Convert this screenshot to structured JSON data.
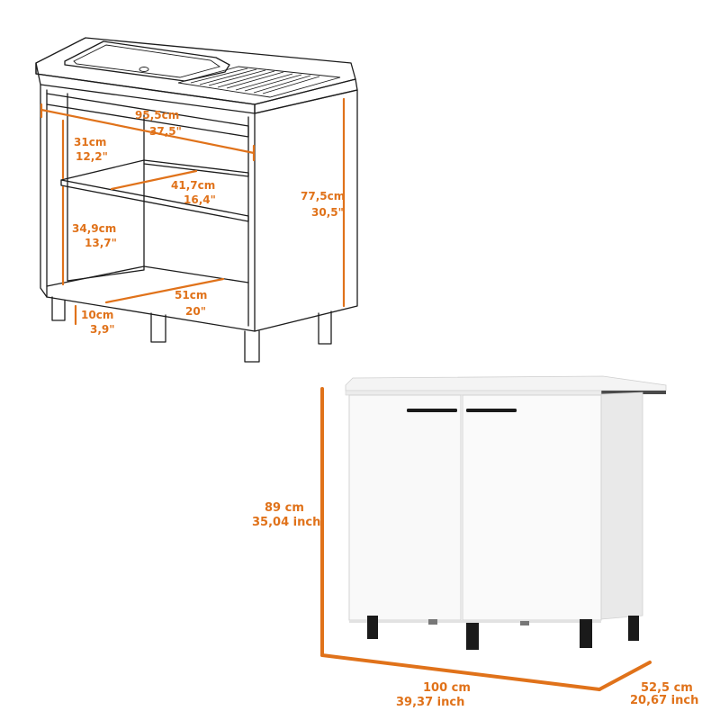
{
  "drawing": {
    "width_label_cm": "95,5cm",
    "width_label_in": "37,5\"",
    "upper_height_cm": "31cm",
    "upper_height_in": "12,2\"",
    "shelf_depth_cm": "41,7cm",
    "shelf_depth_in": "16,4\"",
    "total_height_cm": "77,5cm",
    "total_height_in": "30,5\"",
    "lower_height_cm": "34,9cm",
    "lower_height_in": "13,7\"",
    "base_depth_cm": "51cm",
    "base_depth_in": "20\"",
    "leg_height_cm": "10cm",
    "leg_height_in": "3,9\""
  },
  "photo": {
    "height_cm": "89 cm",
    "height_in": "35,04 inch",
    "width_cm": "100 cm",
    "width_in": "39,37 inch",
    "depth_cm": "52,5 cm",
    "depth_in": "20,67 inch"
  },
  "colors": {
    "accent": "#e0721a",
    "line": "#1c1c1c",
    "cabinet_white": "#f7f7f7",
    "countertop_edge": "#4a4a4a",
    "legs": "#1a1a1a"
  }
}
